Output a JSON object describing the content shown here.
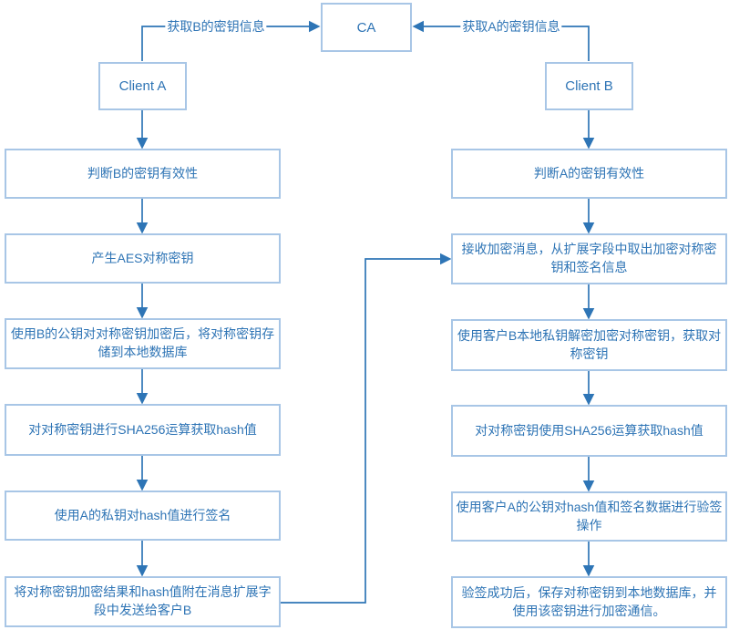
{
  "diagram": {
    "type": "flowchart",
    "colors": {
      "line": "#2e75b6",
      "box_border": "#a8c6e6",
      "text": "#2e74b5",
      "background": "#ffffff"
    },
    "nodes": {
      "ca": {
        "label": "CA"
      },
      "client_a": {
        "label": "Client A"
      },
      "client_b": {
        "label": "Client B"
      }
    },
    "edges": {
      "a_to_ca_label": "获取B的密钥信息",
      "b_to_ca_label": "获取A的密钥信息"
    },
    "left_steps": [
      "判断B的密钥有效性",
      "产生AES对称密钥",
      "使用B的公钥对对称密钥加密后，将对称密钥存储到本地数据库",
      "对对称密钥进行SHA256运算获取hash值",
      "使用A的私钥对hash值进行签名",
      "将对称密钥加密结果和hash值附在消息扩展字段中发送给客户B"
    ],
    "right_steps": [
      "判断A的密钥有效性",
      "接收加密消息，从扩展字段中取出加密对称密钥和签名信息",
      "使用客户B本地私钥解密加密对称密钥，获取对称密钥",
      "对对称密钥使用SHA256运算获取hash值",
      "使用客户A的公钥对hash值和签名数据进行验签操作",
      "验签成功后，保存对称密钥到本地数据库，并使用该密钥进行加密通信。"
    ]
  }
}
